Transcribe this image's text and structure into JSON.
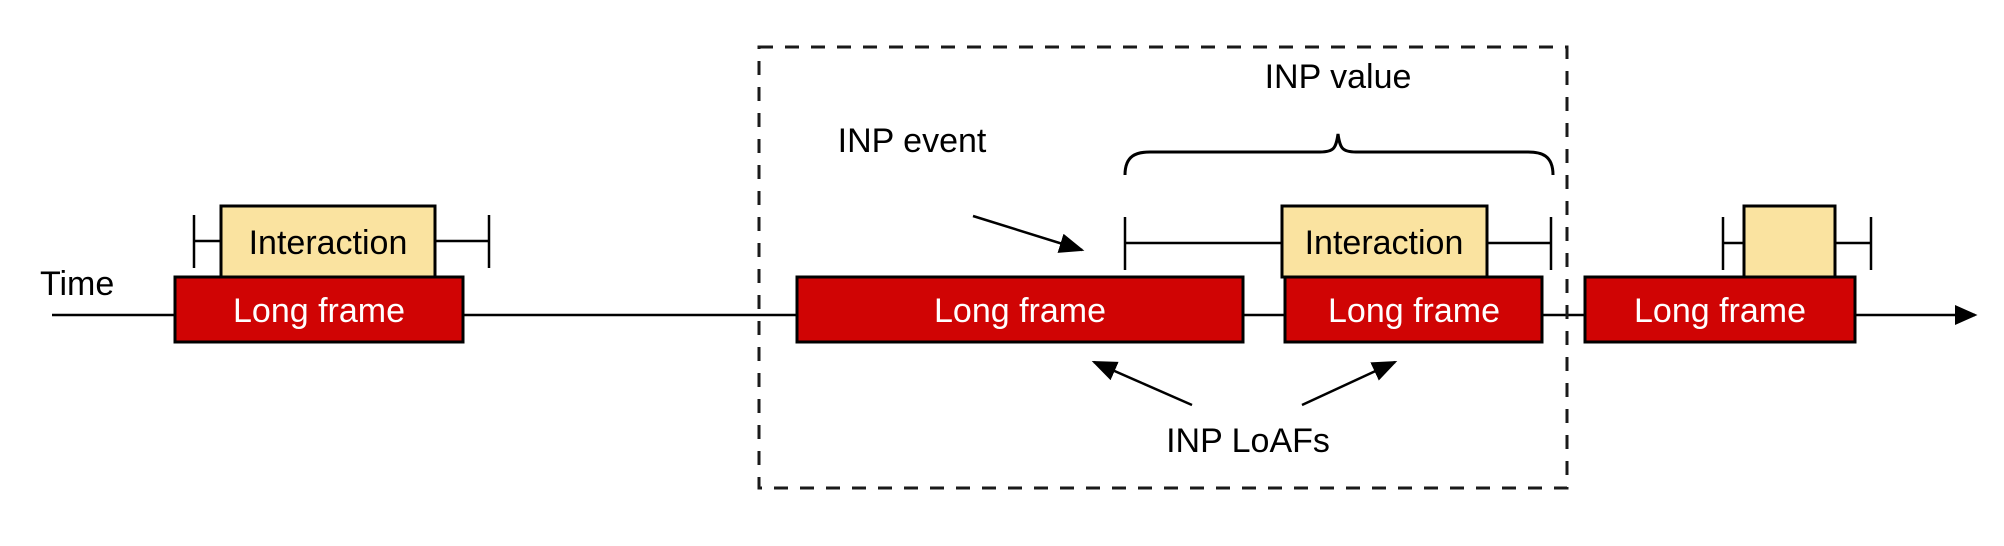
{
  "diagram": {
    "title_context": "INP long animation frames timeline",
    "colors": {
      "long_frame_fill": "#d00404",
      "interaction_fill": "#fae3a0",
      "outline": "#000000",
      "dashed_region": "#1a1a1a",
      "long_frame_text": "#ffffff",
      "interaction_text": "#000000",
      "background": "#ffffff"
    },
    "axis": {
      "label": "Time",
      "has_arrowhead": true
    },
    "labels": {
      "inp_value": "INP value",
      "inp_event": "INP event",
      "inp_loafs": "INP LoAFs"
    },
    "groups": [
      {
        "name": "first-group",
        "long_frame_label": "Long frame",
        "interaction_label": "Interaction",
        "has_interaction_ticks": true,
        "inside_dashed_region": false
      },
      {
        "name": "inp-loaf-group-a",
        "long_frame_label": "Long frame",
        "interaction_label": null,
        "has_interaction_ticks": false,
        "inside_dashed_region": true
      },
      {
        "name": "inp-loaf-group-b",
        "long_frame_label": "Long frame",
        "interaction_label": "Interaction",
        "has_interaction_ticks": true,
        "inside_dashed_region": true
      },
      {
        "name": "last-group",
        "long_frame_label": "Long frame",
        "interaction_label": "",
        "has_interaction_ticks": true,
        "inside_dashed_region": false
      }
    ],
    "annotations": {
      "inp_event_arrow": "arrow pointing right-down to interaction start tick",
      "inp_loafs_arrow_left": "arrow pointing up-left to first INP long frame",
      "inp_loafs_arrow_right": "arrow pointing up-right to second INP long frame",
      "inp_value_brace": "curly brace spanning the interaction measurement range"
    }
  }
}
